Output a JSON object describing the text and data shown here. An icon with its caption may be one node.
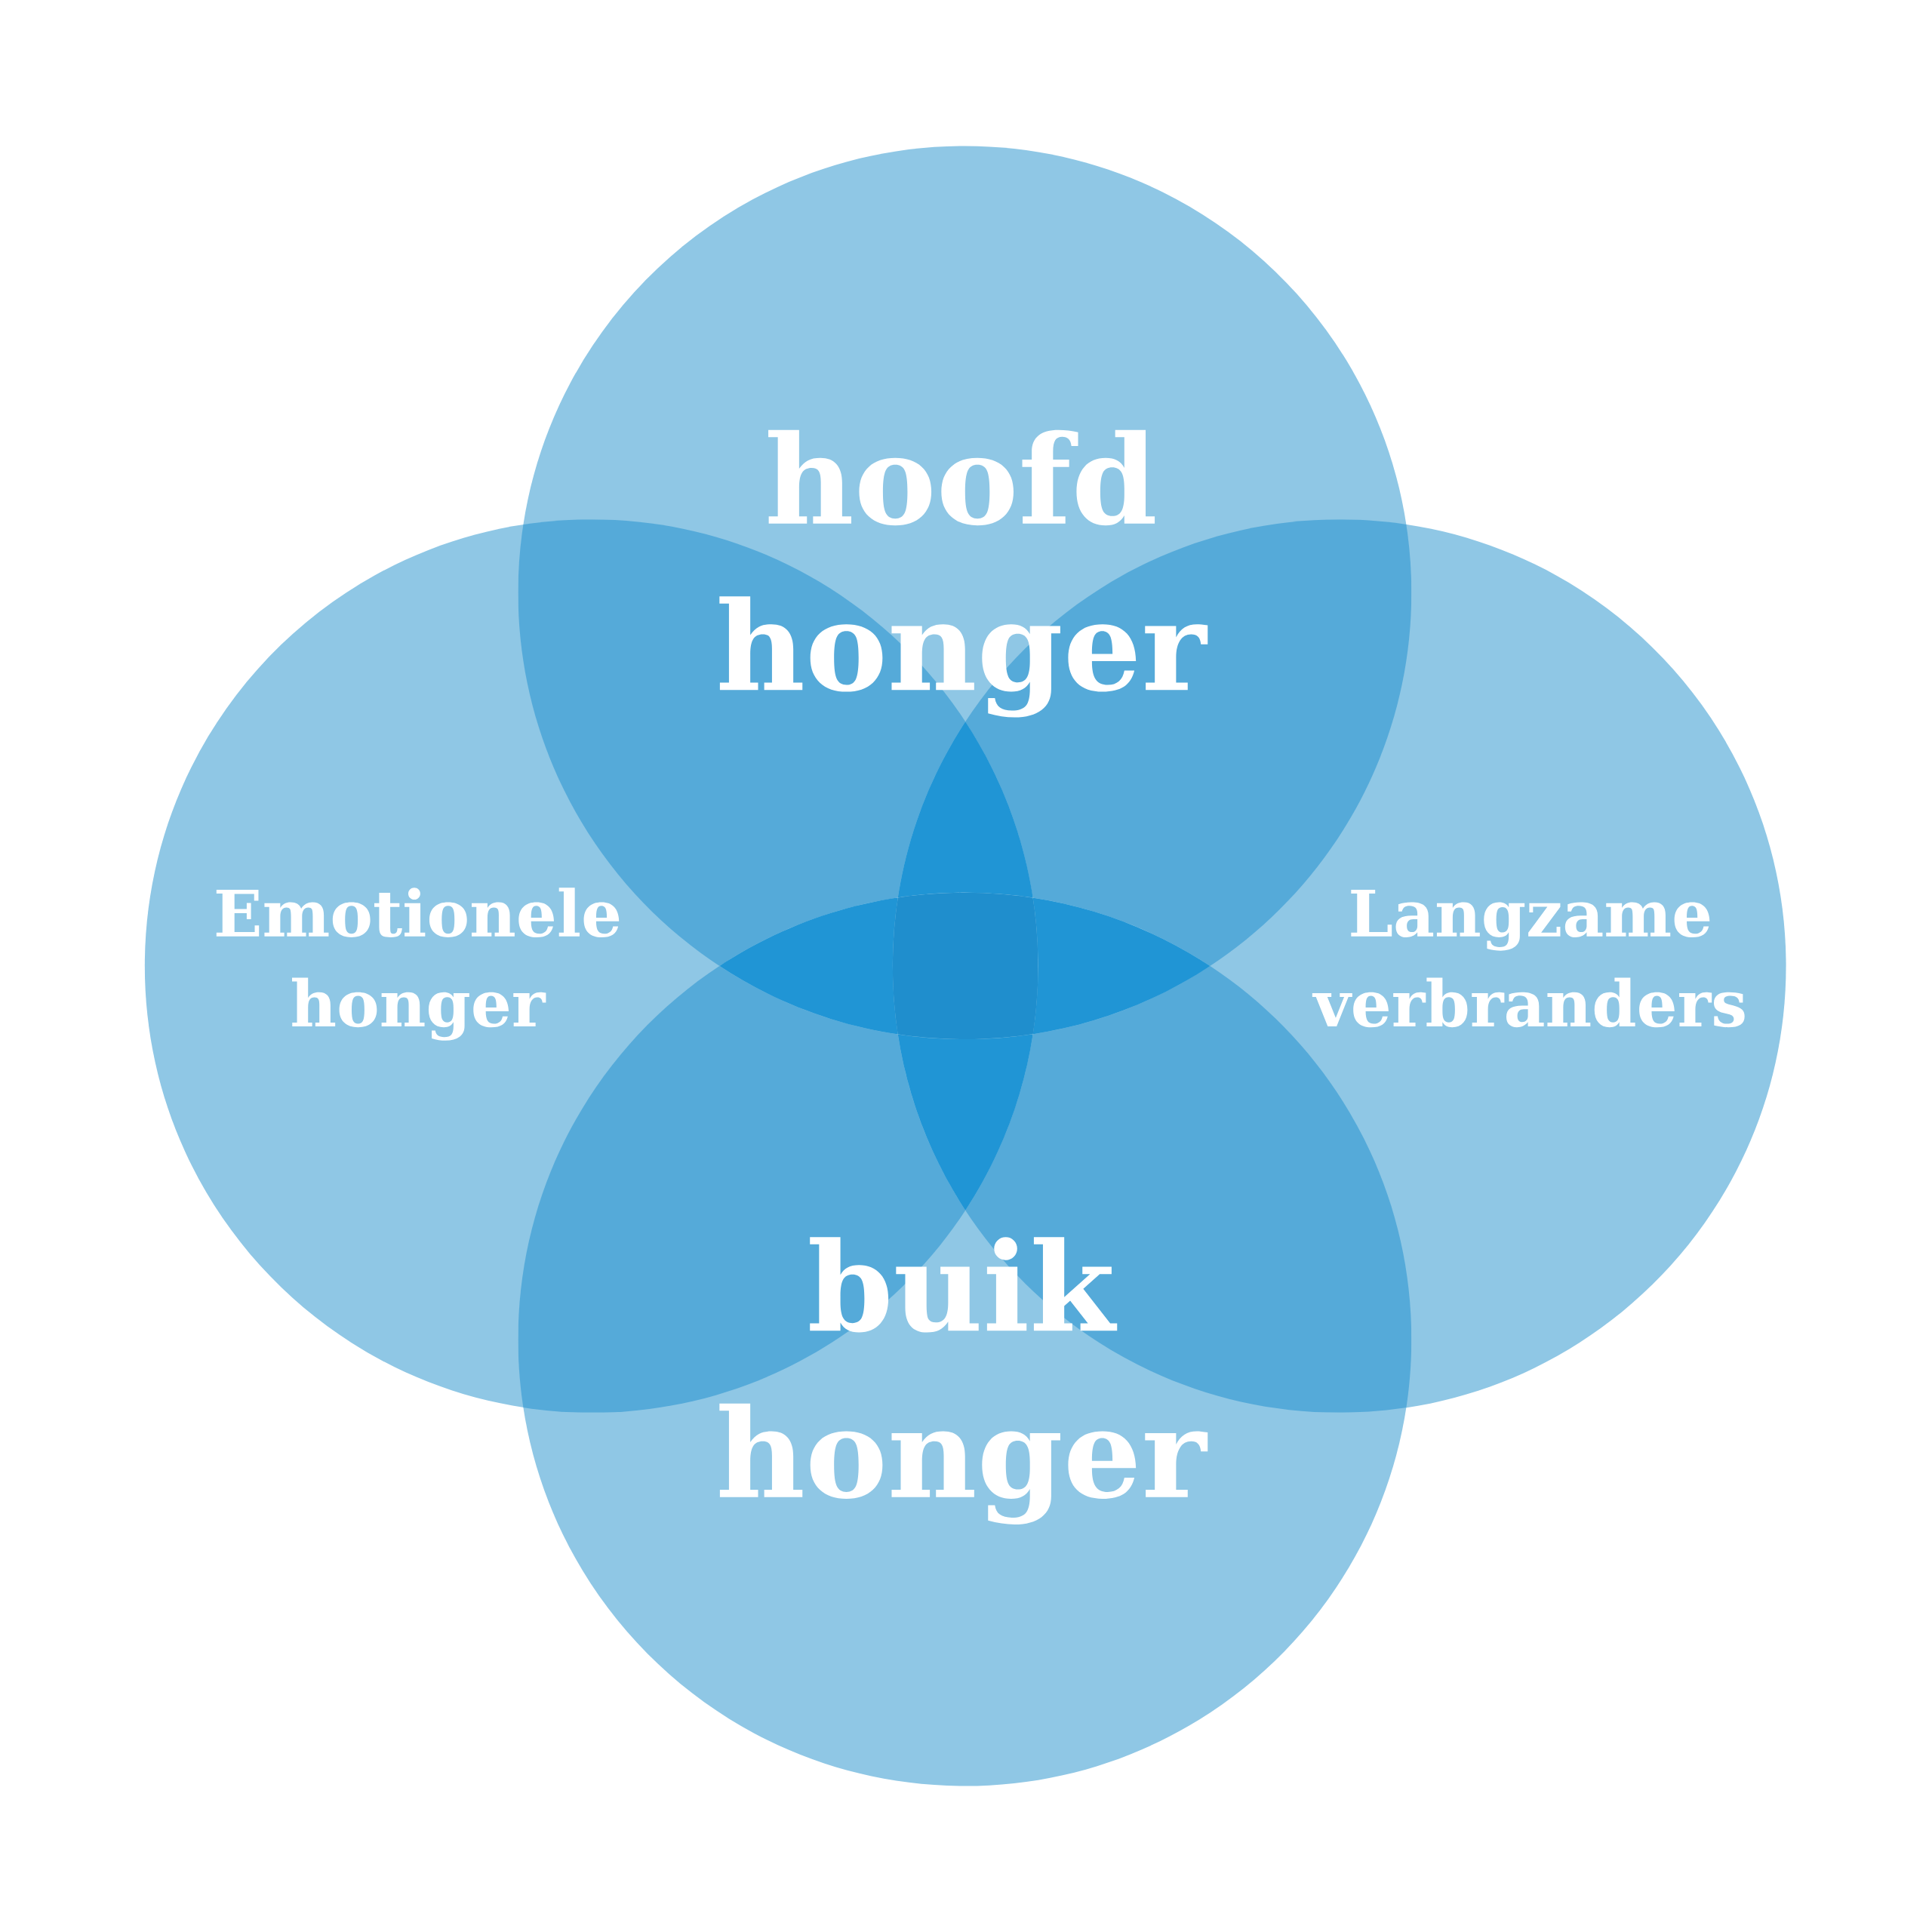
{
  "diagram": {
    "nodes": [
      {
        "text": [
          "hoofd honger"
        ]
      },
      {
        "text": [
          "Emotionele honger"
        ]
      },
      {
        "text": [
          "Langzame verbranders"
        ]
      },
      {
        "text": [
          "buik honger"
        ]
      }
    ]
  }
}
